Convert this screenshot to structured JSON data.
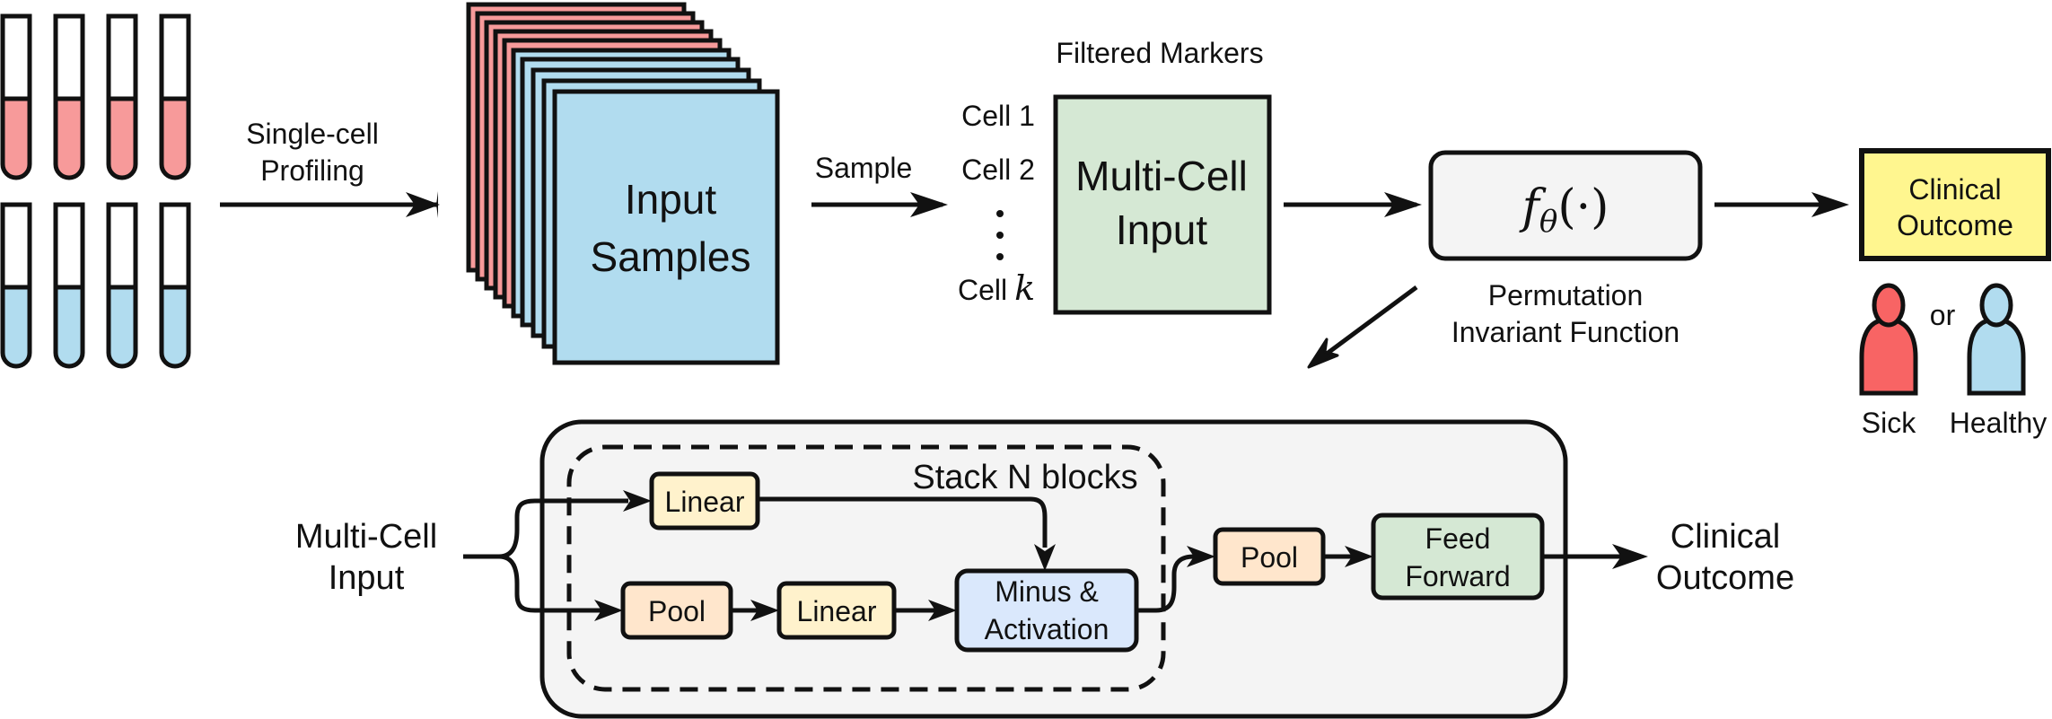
{
  "labels": {
    "single_cell_1": "Single-cell",
    "single_cell_2": "Profiling",
    "input_samples_1": "Input",
    "input_samples_2": "Samples",
    "sample": "Sample",
    "filtered_markers": "Filtered Markers",
    "cell_1": "Cell 1",
    "cell_2": "Cell 2",
    "cell_k_prefix": "Cell",
    "cell_k_var": "k",
    "multi_cell_input_1": "Multi-Cell",
    "multi_cell_input_2": "Input",
    "f_theta_f": "f",
    "f_theta_sub": "θ",
    "f_theta_arg": "(·)",
    "permutation_1": "Permutation",
    "permutation_2": "Invariant Function",
    "clinical_outcome_1": "Clinical",
    "clinical_outcome_2": "Outcome",
    "or": "or",
    "sick": "Sick",
    "healthy": "Healthy"
  },
  "architecture": {
    "input_1": "Multi-Cell",
    "input_2": "Input",
    "stack_label": "Stack N blocks",
    "linear_top": "Linear",
    "pool_inner": "Pool",
    "linear_inner": "Linear",
    "minus_1": "Minus &",
    "minus_2": "Activation",
    "pool_outer": "Pool",
    "feed_1": "Feed",
    "feed_2": "Forward",
    "output_1": "Clinical",
    "output_2": "Outcome"
  },
  "colors": {
    "red": "#f79a9a",
    "blue": "#b1dcef",
    "green_box": "#d5e8d4",
    "yellow_box": "#fff68f",
    "gray_box": "#f4f4f4",
    "linear_fill": "#fff2cc",
    "pool_fill": "#ffe6cc",
    "minus_fill": "#dae8fc",
    "feed_fill": "#d5e8d4",
    "sick_person": "#f86464",
    "healthy_person": "#b1dcef"
  }
}
